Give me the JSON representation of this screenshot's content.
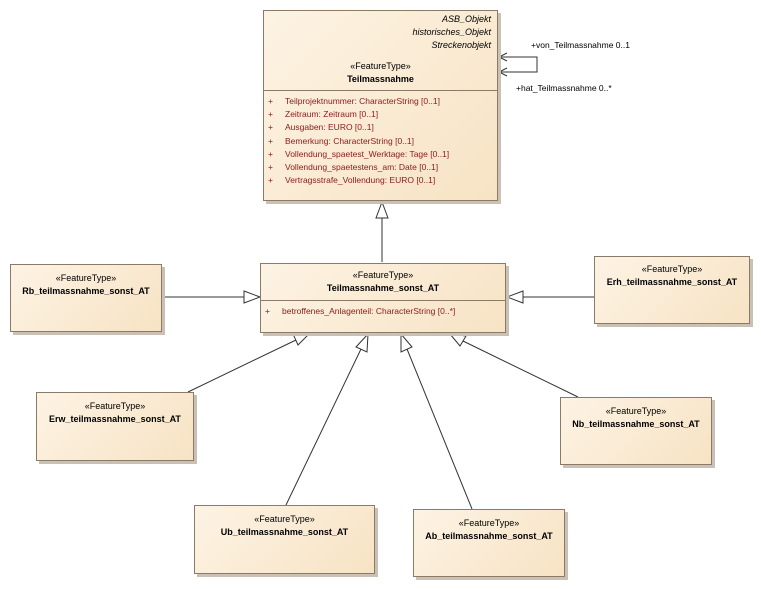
{
  "teilmassnahme": {
    "tags": [
      "ASB_Objekt",
      "historisches_Objekt",
      "Streckenobjekt"
    ],
    "stereotype": "«FeatureType»",
    "name": "Teilmassnahme",
    "attributes": [
      {
        "vis": "+",
        "text": "Teilprojektnummer: CharacterString [0..1]"
      },
      {
        "vis": "+",
        "text": "Zeitraum: Zeitraum [0..1]"
      },
      {
        "vis": "+",
        "text": "Ausgaben: EURO [0..1]"
      },
      {
        "vis": "+",
        "text": "Bemerkung: CharacterString [0..1]"
      },
      {
        "vis": "+",
        "text": "Vollendung_spaetest_Werktage: Tage [0..1]"
      },
      {
        "vis": "+",
        "text": "Vollendung_spaetestens_am: Date [0..1]"
      },
      {
        "vis": "+",
        "text": "Vertragsstrafe_Vollendung: EURO [0..1]"
      }
    ],
    "assoc_von": "+von_Teilmassnahme 0..1",
    "assoc_hat": "+hat_Teilmassnahme 0..*"
  },
  "sonst": {
    "stereotype": "«FeatureType»",
    "name": "Teilmassnahme_sonst_AT",
    "attributes": [
      {
        "vis": "+",
        "text": "betroffenes_Anlagenteil: CharacterString [0..*]"
      }
    ]
  },
  "rb": {
    "stereotype": "«FeatureType»",
    "name": "Rb_teilmassnahme_sonst_AT"
  },
  "erh": {
    "stereotype": "«FeatureType»",
    "name": "Erh_teilmassnahme_sonst_AT"
  },
  "erw": {
    "stereotype": "«FeatureType»",
    "name": "Erw_teilmassnahme_sonst_AT"
  },
  "nb": {
    "stereotype": "«FeatureType»",
    "name": "Nb_teilmassnahme_sonst_AT"
  },
  "ub": {
    "stereotype": "«FeatureType»",
    "name": "Ub_teilmassnahme_sonst_AT"
  },
  "ab": {
    "stereotype": "«FeatureType»",
    "name": "Ab_teilmassnahme_sonst_AT"
  }
}
